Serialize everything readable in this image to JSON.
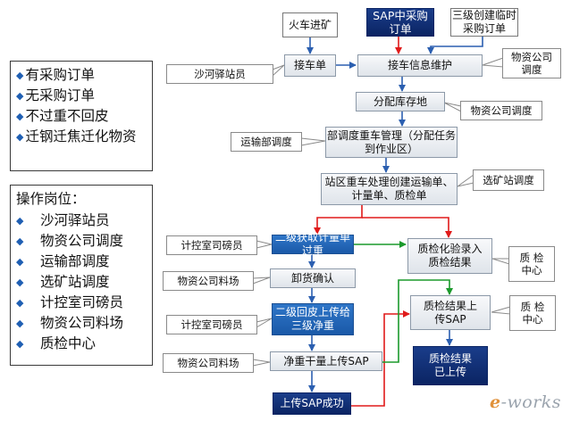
{
  "left_panel_1": {
    "items": [
      "有采购订单",
      "无采购订单",
      "不过重不回皮",
      "迁钢迁焦迁化物资"
    ]
  },
  "left_panel_2": {
    "title": "操作岗位：",
    "items": [
      "沙河驿站员",
      "物资公司调度",
      "运输部调度",
      "选矿站调度",
      "计控室司磅员",
      "物资公司料场",
      "质检中心"
    ]
  },
  "nodes": {
    "train_arrival": "火车进矿",
    "sap_po": "SAP中采购订单",
    "tier3_temp_po": "三级创建临时采购订单",
    "receive_doc": "接车单",
    "receive_info": "接车信息维护",
    "assign_storage": "分配库存地",
    "dispatch_mgmt": "部调度重车管理（分配任务到作业区）",
    "station_create": "站区重车处理创建运输单、计量单、质检单",
    "tier2_weigh": "二级获取计量单过重",
    "unload_confirm": "卸货确认",
    "tier2_return": "二级回皮上传给三级净重",
    "net_upload": "净重干量上传SAP",
    "sap_success": "上传SAP成功",
    "lab_entry": "质检化验录入质检结果",
    "qc_upload": "质检结果上传SAP",
    "qc_done": "质检结果已上传"
  },
  "callouts": {
    "shahe_staff": "沙河驿站员",
    "material_dispatch_1": "物资公司调度",
    "material_dispatch_2": "物资公司调度",
    "transport_dispatch": "运输部调度",
    "mine_dispatch": "选矿站调度",
    "weigher_1": "计控室司磅员",
    "yard_1": "物资公司料场",
    "weigher_2": "计控室司磅员",
    "yard_2": "物资公司料场",
    "qc_center_1": "质 检中心",
    "qc_center_2": "质 检中心"
  },
  "watermark": "e-works",
  "colors": {
    "flow_blue": "#2b5fb0",
    "flow_red": "#e01a1a",
    "flow_green": "#1b9a2c",
    "dark_box": "#0b2463",
    "mid_box": "#1a59a8"
  }
}
